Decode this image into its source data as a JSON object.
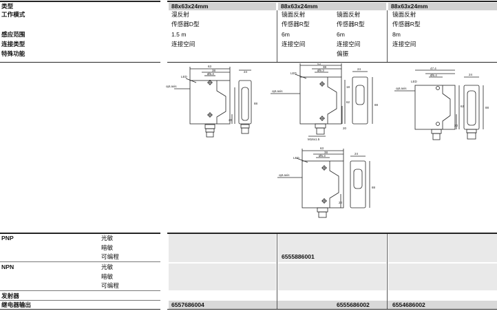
{
  "rows_top": [
    {
      "label": "类型",
      "c1": "88x63x24mm",
      "c2": "88x63x24mm",
      "c3": "",
      "c4": "88x63x24mm"
    },
    {
      "label": "工作模式",
      "c1": "漫反射",
      "c2": "镜面反射",
      "c3": "镜面反射",
      "c4": "镜面反射"
    },
    {
      "label": "",
      "c1": "传感器D型",
      "c2": "传感器R型",
      "c3": "传感器R型",
      "c4": "传感器R型"
    },
    {
      "label": "感应范围",
      "c1": "1.5 m",
      "c2": "6m",
      "c3": "6m",
      "c4": "8m"
    },
    {
      "label": "连接类型",
      "c1": "连接空间",
      "c2": "连接空间",
      "c3": "连接空间",
      "c4": "连接空间"
    },
    {
      "label": "特殊功能",
      "c1": "",
      "c2": "",
      "c3": "偏振",
      "c4": ""
    }
  ],
  "drawings": {
    "led": "LED",
    "opt_axis": "opt.axis",
    "thread": "M16x1.5",
    "d1": {
      "w": "63",
      "a": "38",
      "b": "Ø5.3",
      "side": "24",
      "h": "88",
      "low": "20"
    },
    "d2": {
      "w": "63",
      "a": "38",
      "b": "Ø5.3",
      "side": "24",
      "h": "88",
      "low": "20",
      "mid": "62",
      "s": "18"
    },
    "d3": {
      "w": "63",
      "a": "38",
      "b": "Ø5.3",
      "side": "24",
      "h": "88",
      "low": "20"
    },
    "d4": {
      "a": "47.4",
      "b": "Ø5.4",
      "side": "24",
      "h": "88",
      "low": "20",
      "mid": "62"
    }
  },
  "outputs": {
    "pnp": {
      "label": "PNP",
      "opts": [
        "光敏",
        "暗敏",
        "可编程"
      ],
      "c2_value": "6555886001"
    },
    "npn": {
      "label": "NPN",
      "opts": [
        "光敏",
        "暗敏",
        "可编程"
      ]
    },
    "emitter": {
      "label": "发射器"
    },
    "relay": {
      "label": "继电器输出",
      "c1": "6557686004",
      "c3": "6555686002",
      "c4": "6554686002"
    }
  },
  "colors": {
    "header_bg": "#d2d2d2",
    "rule": "#222222"
  }
}
